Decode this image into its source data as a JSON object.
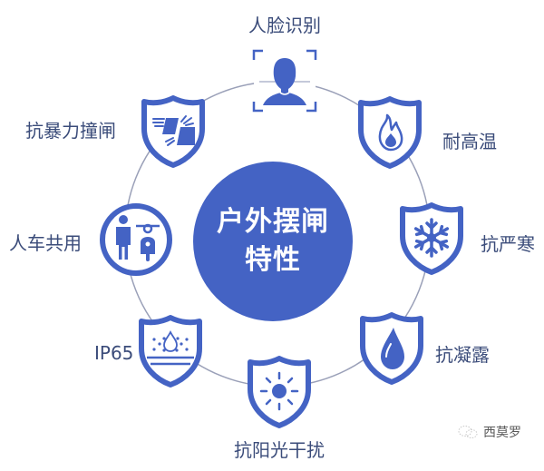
{
  "center": {
    "line1": "户外摆闸",
    "line2": "特性"
  },
  "colors": {
    "primary": "#4463c4",
    "ring": "#9aa0b8",
    "label": "#3b4c7a"
  },
  "features": [
    {
      "id": "face-recognition",
      "label": "人脸识别",
      "icon": "face-scan-icon"
    },
    {
      "id": "high-temperature",
      "label": "耐高温",
      "icon": "flame-icon"
    },
    {
      "id": "cold-resistance",
      "label": "抗严寒",
      "icon": "snowflake-icon"
    },
    {
      "id": "anti-condensation",
      "label": "抗凝露",
      "icon": "water-drop-icon"
    },
    {
      "id": "anti-sunlight",
      "label": "抗阳光干扰",
      "icon": "sun-icon"
    },
    {
      "id": "ip65",
      "label": "IP65",
      "icon": "waterproof-icon"
    },
    {
      "id": "shared-lane",
      "label": "人车共用",
      "icon": "pedestrian-bike-icon"
    },
    {
      "id": "anti-ram",
      "label": "抗暴力撞闸",
      "icon": "impact-icon"
    }
  ],
  "watermark": {
    "text": "西莫罗",
    "icon": "wechat-icon"
  }
}
